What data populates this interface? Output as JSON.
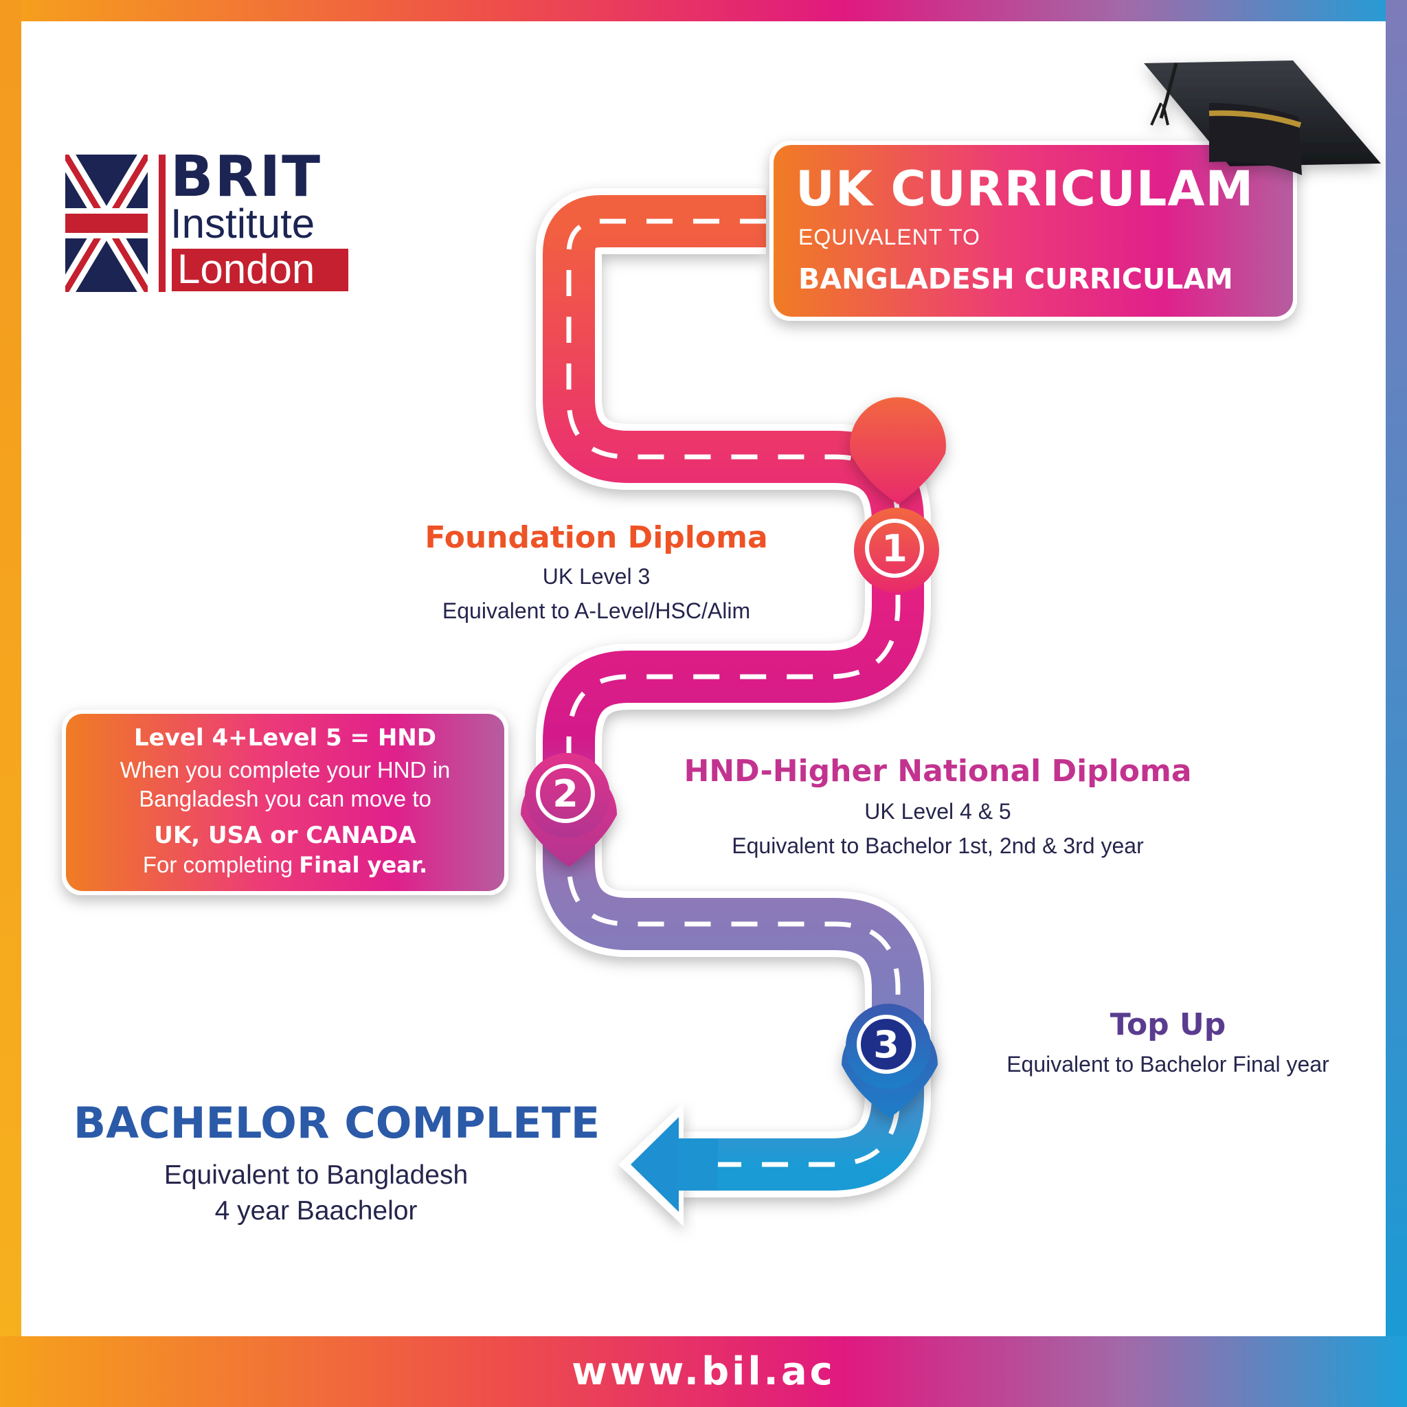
{
  "brand": {
    "name_line1": "BRIT",
    "name_line2": "Institute",
    "name_line3": "London",
    "colors": {
      "navy": "#1c2453",
      "red": "#c5202f"
    }
  },
  "hero": {
    "title": "UK CURRICULAM",
    "subtitle": "EQUIVALENT TO",
    "title2": "BANGLADESH CURRICULAM",
    "cap_icon": "graduation-cap-icon"
  },
  "steps": [
    {
      "number": "1",
      "title": "Foundation Diploma",
      "line1": "UK Level 3",
      "line2": "Equivalent to A-Level/HSC/Alim",
      "color": "#ee5326"
    },
    {
      "number": "2",
      "title": "HND-Higher National Diploma",
      "line1": "UK Level 4 & 5",
      "line2": "Equivalent to Bachelor 1st, 2nd & 3rd year",
      "color": "#c2338f"
    },
    {
      "number": "3",
      "title": "Top Up",
      "line1": "Equivalent to Bachelor Final year",
      "color": "#5a3c8f"
    }
  ],
  "hnd_box": {
    "line1": "Level 4+Level 5 = HND",
    "line2": "When you complete your HND in",
    "line3": "Bangladesh you can move to",
    "line4": "UK, USA or CANADA",
    "line5_regular": "For completing",
    "line5_bold": "Final year."
  },
  "final": {
    "title": "BACHELOR COMPLETE",
    "line1": "Equivalent to Bangladesh",
    "line2": "4 year Baachelor",
    "color": "#2b5aa8"
  },
  "footer": {
    "url": "www.bil.ac"
  }
}
